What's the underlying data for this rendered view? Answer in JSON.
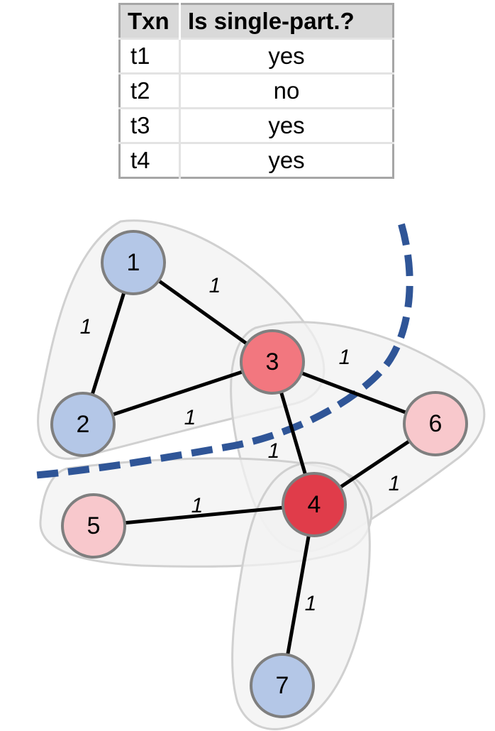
{
  "table": {
    "headers": [
      "Txn",
      "Is single-part.?"
    ],
    "rows": [
      {
        "txn": "t1",
        "single": "yes"
      },
      {
        "txn": "t2",
        "single": "no"
      },
      {
        "txn": "t3",
        "single": "yes"
      },
      {
        "txn": "t4",
        "single": "yes"
      }
    ]
  },
  "graph": {
    "nodes": [
      {
        "id": "1",
        "label": "1",
        "color": "#b4c7e7"
      },
      {
        "id": "2",
        "label": "2",
        "color": "#b4c7e7"
      },
      {
        "id": "3",
        "label": "3",
        "color": "#f2777f"
      },
      {
        "id": "4",
        "label": "4",
        "color": "#e03c4a"
      },
      {
        "id": "5",
        "label": "5",
        "color": "#f8c8cc"
      },
      {
        "id": "6",
        "label": "6",
        "color": "#f8c8cc"
      },
      {
        "id": "7",
        "label": "7",
        "color": "#b4c7e7"
      }
    ],
    "edges": [
      {
        "from": "1",
        "to": "2",
        "weight": "1"
      },
      {
        "from": "1",
        "to": "3",
        "weight": "1"
      },
      {
        "from": "2",
        "to": "3",
        "weight": "1"
      },
      {
        "from": "3",
        "to": "6",
        "weight": "1"
      },
      {
        "from": "3",
        "to": "4",
        "weight": "1"
      },
      {
        "from": "4",
        "to": "6",
        "weight": "1"
      },
      {
        "from": "5",
        "to": "4",
        "weight": "1"
      },
      {
        "from": "4",
        "to": "7",
        "weight": "1"
      }
    ],
    "colors": {
      "node_stroke": "#7f7f7f",
      "edge": "#000000",
      "hull_fill": "#f2f2f2",
      "hull_stroke": "#d0d0d0",
      "partition_cut": "#2f5597"
    }
  }
}
